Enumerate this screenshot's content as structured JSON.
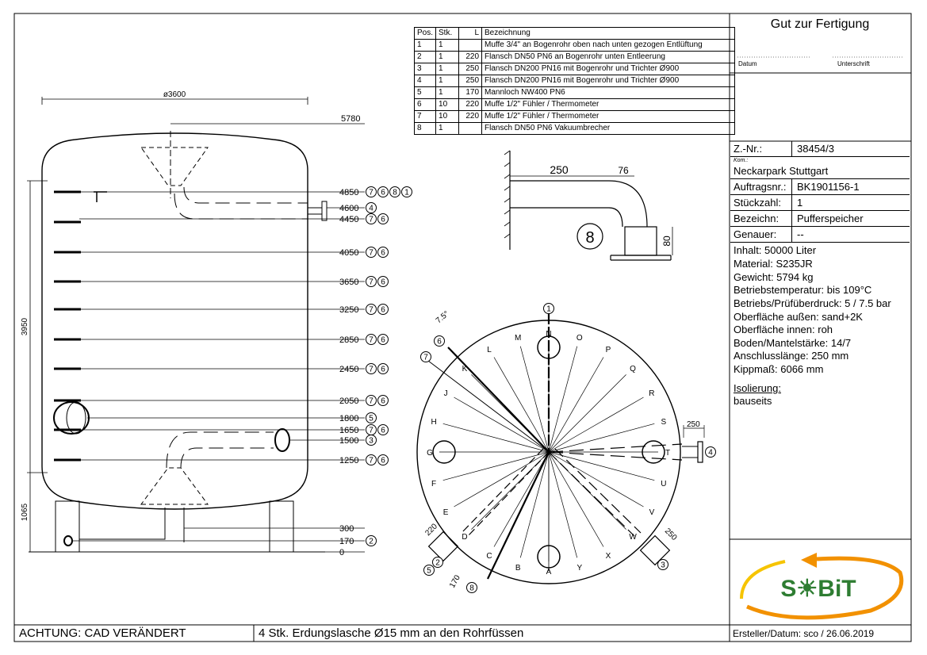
{
  "approval": {
    "title": "Gut zur Fertigung",
    "date_label": "Datum",
    "signature_label": "Unterschrift"
  },
  "title_block": {
    "rows": [
      {
        "label": "Z.-Nr.:",
        "value": "38454/3"
      },
      {
        "label": "Auftragsnr.:",
        "value": "BK1901156-1"
      },
      {
        "label": "Stückzahl:",
        "value": "1"
      },
      {
        "label": "Bezeichn:",
        "value": "Pufferspeicher"
      },
      {
        "label": "Genauer:",
        "value": "--"
      }
    ],
    "kom_label": "Kom.:",
    "kom_value": "Neckarpark Stuttgart"
  },
  "specs": [
    "Inhalt: 50000 Liter",
    "Material: S235JR",
    "Gewicht: 5794 kg",
    "Betriebstemperatur: bis 109°C",
    "Betriebs/Prüfüberdruck: 5 / 7.5 bar",
    "Oberfläche außen: sand+2K",
    "Oberfläche innen: roh",
    "Boden/Mantelstärke: 14/7",
    "Anschlusslänge: 250 mm",
    "Kippmaß: 6066 mm"
  ],
  "insulation": {
    "label": "Isolierung:",
    "value": "bauseits"
  },
  "logo_text": "S☀BiT",
  "footer": {
    "warning": "ACHTUNG: CAD VERÄNDERT",
    "note": "4 Stk. Erdungslasche Ø15 mm an den Rohrfüssen",
    "creator": "Ersteller/Datum: sco / 26.06.2019"
  },
  "parts_list": {
    "headers": [
      "Pos.",
      "Stk.",
      "L",
      "Bezeichnung"
    ],
    "rows": [
      [
        "1",
        "1",
        "",
        "Muffe 3/4\" an Bogenrohr oben nach unten gezogen Entlüftung"
      ],
      [
        "2",
        "1",
        "220",
        "Flansch DN50 PN6 an Bogenrohr unten Entleerung"
      ],
      [
        "3",
        "1",
        "250",
        "Flansch DN200 PN16 mit Bogenrohr und Trichter Ø900"
      ],
      [
        "4",
        "1",
        "250",
        "Flansch DN200 PN16 mit Bogenrohr und Trichter Ø900"
      ],
      [
        "5",
        "1",
        "170",
        "Mannloch NW400 PN6"
      ],
      [
        "6",
        "10",
        "220",
        "Muffe 1/2\" Fühler / Thermometer"
      ],
      [
        "7",
        "10",
        "220",
        "Muffe 1/2\" Fühler / Thermometer"
      ],
      [
        "8",
        "1",
        "",
        "Flansch DN50 PN6 Vakuumbrecher"
      ]
    ]
  },
  "side_view": {
    "diameter": "ø3600",
    "height_total": "5780",
    "dim_shell": "3950",
    "dim_base": "1065",
    "levels": [
      {
        "value": "4850",
        "positions": [
          "7",
          "6",
          "8",
          "1"
        ]
      },
      {
        "value": "4600",
        "positions": [
          "4"
        ]
      },
      {
        "value": "4450",
        "positions": [
          "7",
          "6"
        ]
      },
      {
        "value": "4050",
        "positions": [
          "7",
          "6"
        ]
      },
      {
        "value": "3650",
        "positions": [
          "7",
          "6"
        ]
      },
      {
        "value": "3250",
        "positions": [
          "7",
          "6"
        ]
      },
      {
        "value": "2850",
        "positions": [
          "7",
          "6"
        ]
      },
      {
        "value": "2450",
        "positions": [
          "7",
          "6"
        ]
      },
      {
        "value": "2050",
        "positions": [
          "7",
          "6"
        ]
      },
      {
        "value": "1800",
        "positions": [
          "5"
        ]
      },
      {
        "value": "1650",
        "positions": [
          "7",
          "6"
        ]
      },
      {
        "value": "1500",
        "positions": [
          "3"
        ]
      },
      {
        "value": "1250",
        "positions": [
          "7",
          "6"
        ]
      },
      {
        "value": "300",
        "positions": []
      },
      {
        "value": "170",
        "positions": [
          "2"
        ]
      },
      {
        "value": "0",
        "positions": []
      }
    ]
  },
  "detail_view": {
    "label": "8",
    "dim_horizontal": "250",
    "dim_offset": "76",
    "dim_height": "80"
  },
  "top_view": {
    "ring_letters": [
      "A",
      "B",
      "C",
      "D",
      "E",
      "F",
      "G",
      "H",
      "J",
      "K",
      "L",
      "M",
      "N",
      "O",
      "P",
      "Q",
      "R",
      "S",
      "T",
      "U",
      "V",
      "W",
      "X",
      "Y"
    ],
    "dims": {
      "a": "7.5°",
      "b": "250",
      "c": "220",
      "d": "170",
      "e": "250"
    },
    "callouts": [
      "1",
      "6",
      "7",
      "4",
      "3",
      "2",
      "5",
      "8"
    ]
  },
  "colors": {
    "line": "#000000",
    "logo_green": "#2e7d32",
    "logo_orange": "#f29100",
    "logo_yellow": "#f6c400"
  }
}
